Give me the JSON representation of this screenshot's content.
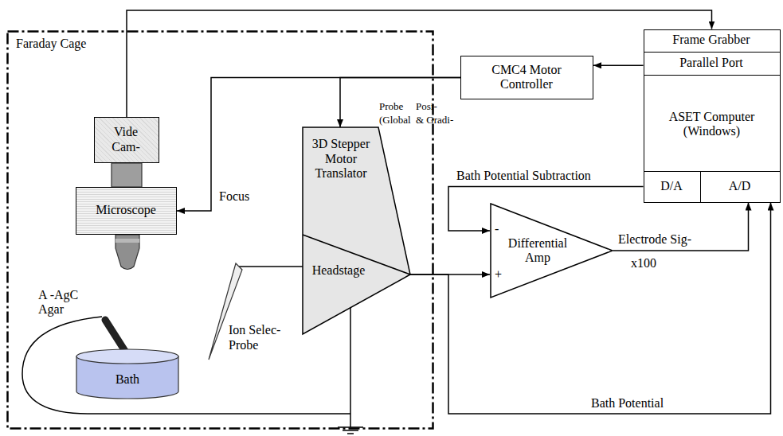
{
  "diagram": {
    "nodes": [
      {
        "text": [
          "Faraday Cage"
        ]
      },
      {
        "text": [
          "Vide Cam-"
        ],
        "in": 0
      },
      {
        "text": [
          "Microscope"
        ],
        "in": 0
      },
      {
        "text": [
          "3D Stepper Motor Translator",
          "Headstage"
        ],
        "in": 0
      },
      {
        "text": [
          "Bath"
        ],
        "in": 0
      },
      {
        "text": [
          "CMC4 Motor Controller"
        ]
      },
      {
        "text": [
          "ASET Computer (Windows)"
        ]
      },
      {
        "text": [
          "Frame Grabber"
        ],
        "in": 6
      },
      {
        "text": [
          "Parallel Port"
        ],
        "in": 6
      },
      {
        "text": [
          "D/A"
        ],
        "in": 6
      },
      {
        "text": [
          "A/D"
        ],
        "in": 6
      },
      {
        "text": [
          "Differential Amp"
        ]
      }
    ],
    "edges": [
      {
        "from": 1,
        "to": 7,
        "arrow": "to"
      },
      {
        "from": 8,
        "to": 5,
        "arrow": "to"
      },
      {
        "from": 5,
        "to": 3,
        "arrow": "to"
      },
      {
        "from": 5,
        "to": 2,
        "arrow": "to"
      },
      {
        "from": 9,
        "to": 11,
        "arrow": "to"
      },
      {
        "from": 3,
        "to": 11,
        "arrow": "to"
      },
      {
        "from": 11,
        "to": 10,
        "arrow": "to"
      },
      {
        "from": 3,
        "to": 10,
        "arrow": "to"
      }
    ],
    "labels": [
      "Probe",
      "(Global",
      "Posi-",
      "& Gradi-",
      "Focus",
      "A -AgC",
      "Agar",
      "Ion Selec-",
      "Probe",
      "Bath Potential Subtraction",
      "Electrode Sig-",
      "x100",
      "Bath Potential",
      "-",
      "+"
    ]
  }
}
